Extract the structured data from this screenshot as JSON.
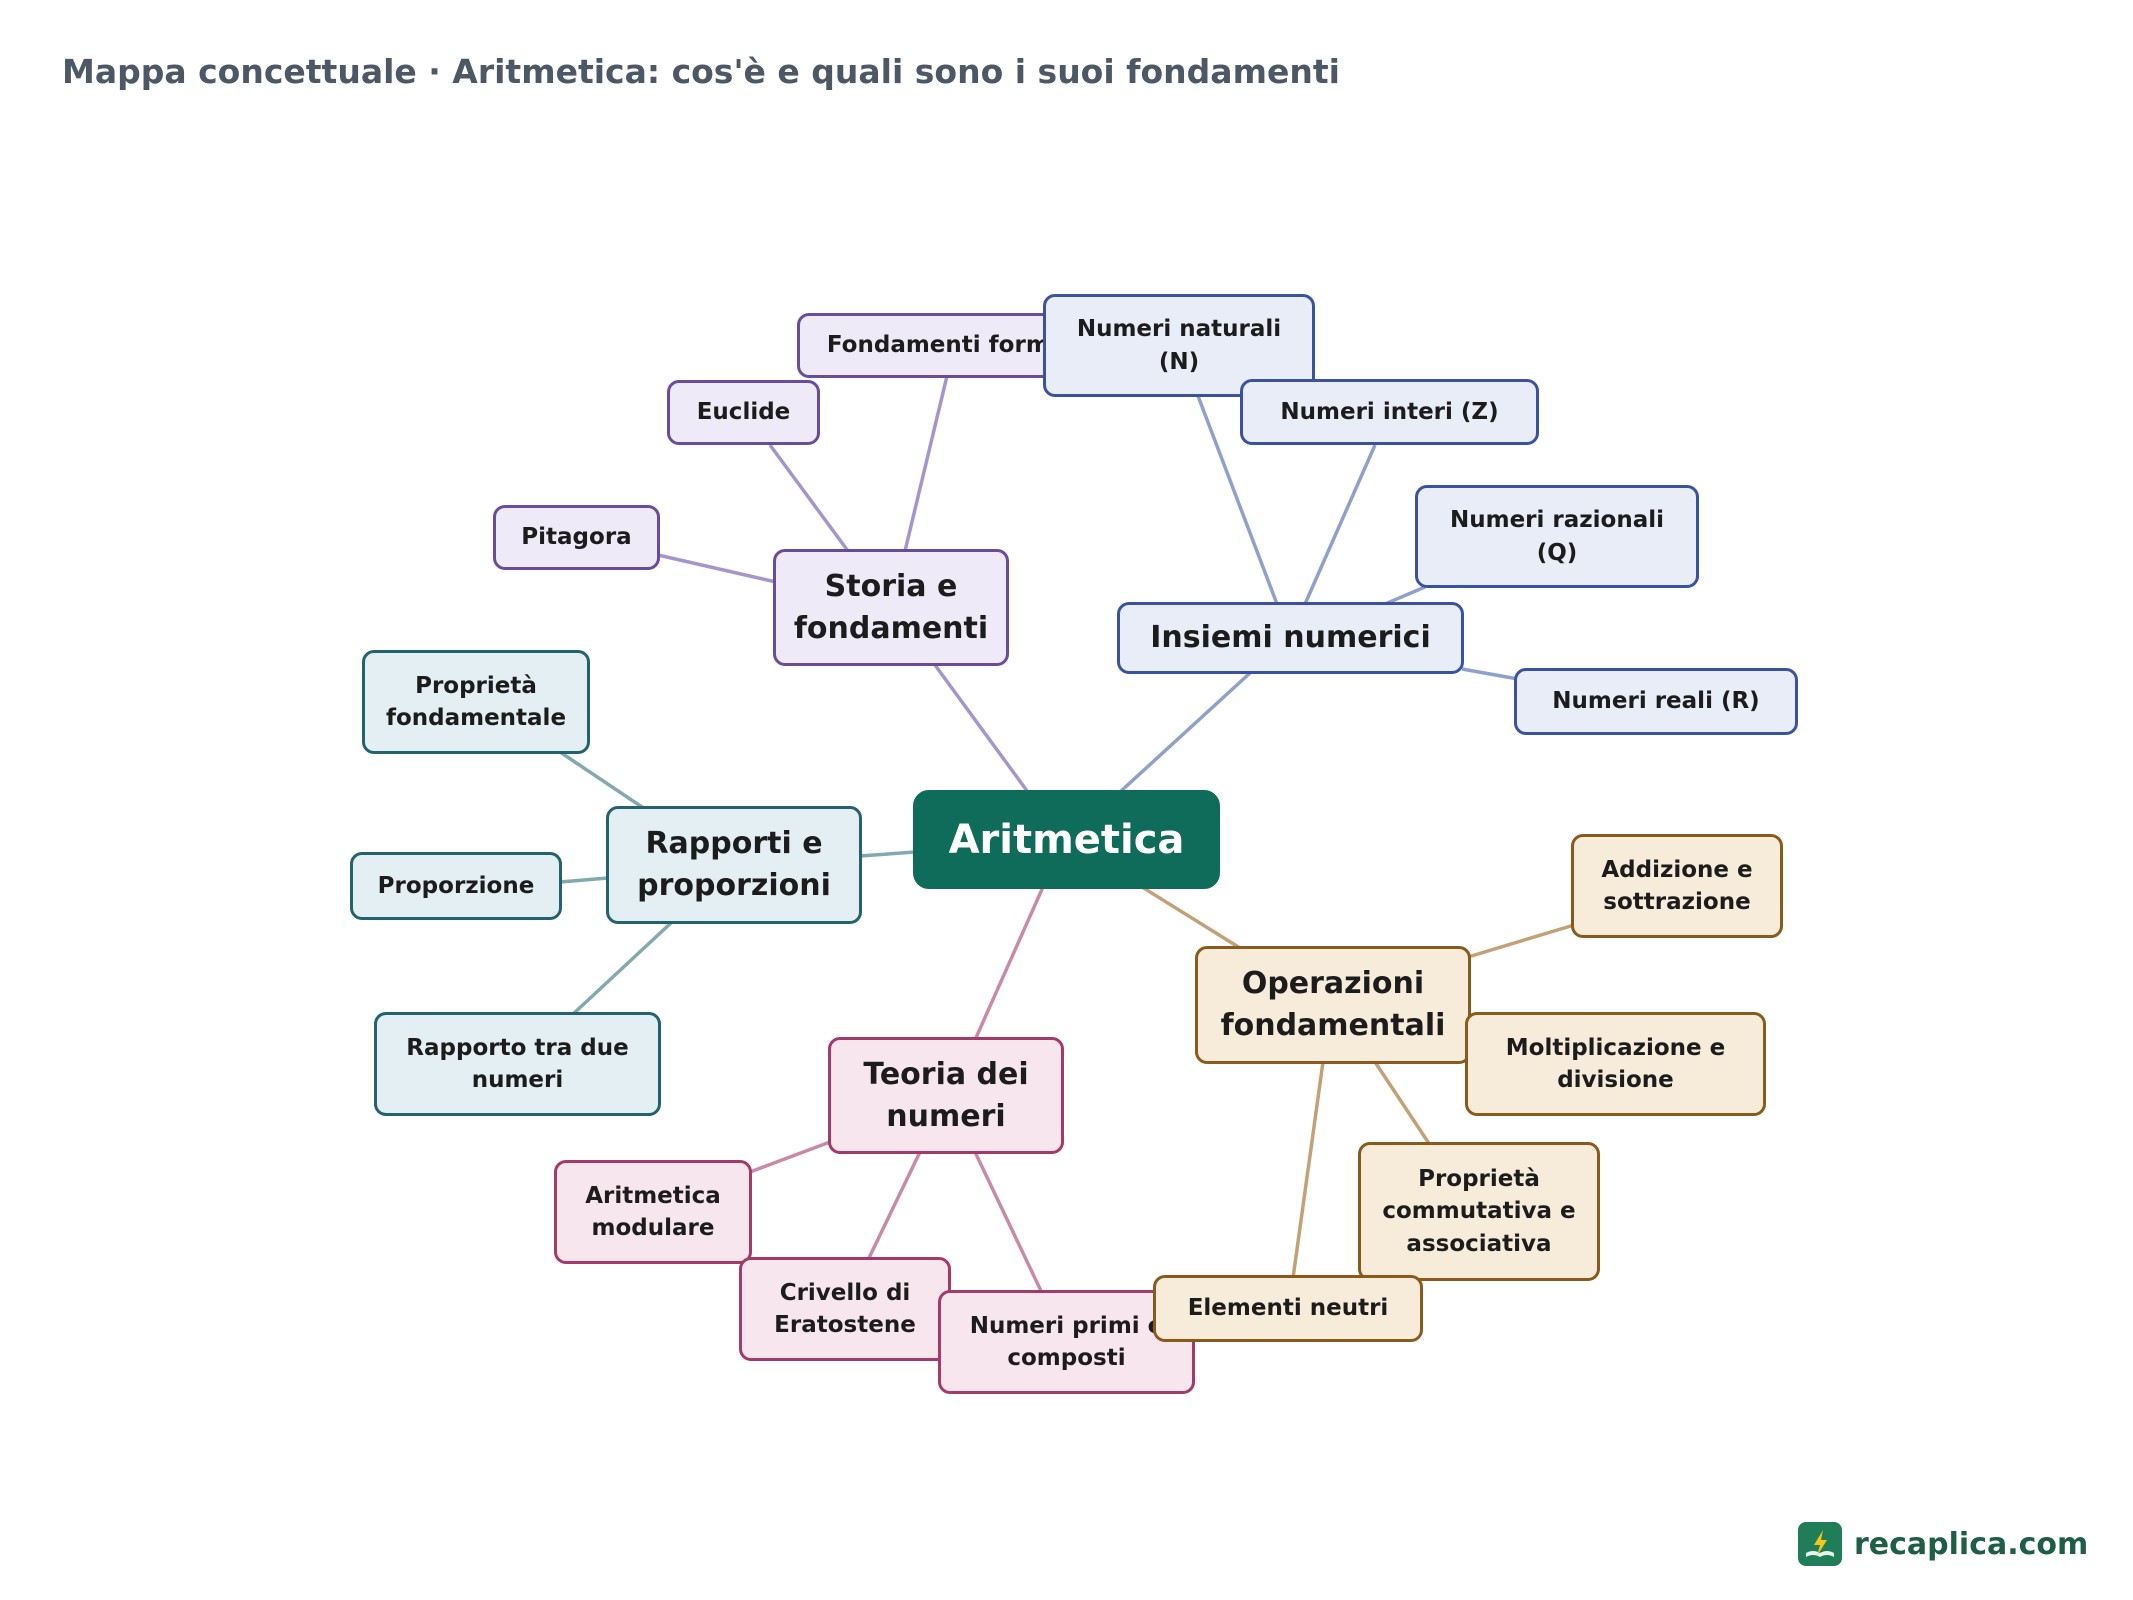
{
  "header": {
    "title": "Mappa concettuale · Aritmetica: cos'è e quali sono i suoi fondamenti"
  },
  "colors": {
    "root": "#0f6b5a",
    "storia": {
      "border": "#6a4c9c",
      "fill": "#efeaf7",
      "line": "#a695cc"
    },
    "insiemi": {
      "border": "#3a52a0",
      "fill": "#e8edf8",
      "line": "#8ea0cc"
    },
    "rapporti": {
      "border": "#23626e",
      "fill": "#e3eff3",
      "line": "#82a9b0"
    },
    "teoria": {
      "border": "#a33a6a",
      "fill": "#f8e6ee",
      "line": "#c98aa8"
    },
    "operazioni": {
      "border": "#8a5a1c",
      "fill": "#f7ecda",
      "line": "#c4a077"
    }
  },
  "map": {
    "root": "Aritmetica",
    "storia": {
      "label": "Storia e fondamenti",
      "items": {
        "fondamenti_formali": "Fondamenti formali",
        "euclide": "Euclide",
        "pitagora": "Pitagora"
      }
    },
    "insiemi": {
      "label": "Insiemi numerici",
      "items": {
        "naturali": "Numeri naturali (N)",
        "interi": "Numeri interi (Z)",
        "razionali": "Numeri razionali (Q)",
        "reali": "Numeri reali (R)"
      }
    },
    "rapporti": {
      "label": "Rapporti e proporzioni",
      "items": {
        "proprieta_fondamentale": "Proprietà fondamentale",
        "proporzione": "Proporzione",
        "rapporto": "Rapporto tra due numeri"
      }
    },
    "teoria": {
      "label": "Teoria dei numeri",
      "items": {
        "modulare": "Aritmetica modulare",
        "crivello": "Crivello di Eratostene",
        "primi": "Numeri primi e composti"
      }
    },
    "operazioni": {
      "label": "Operazioni fondamentali",
      "items": {
        "addizione": "Addizione e sottrazione",
        "moltiplicazione": "Moltiplicazione e divisione",
        "proprieta": "Proprietà commutativa e associativa",
        "neutri": "Elementi neutri"
      }
    }
  },
  "footer": {
    "logo_text": "recaplica.com",
    "logo_icon": "bolt-book-icon"
  }
}
